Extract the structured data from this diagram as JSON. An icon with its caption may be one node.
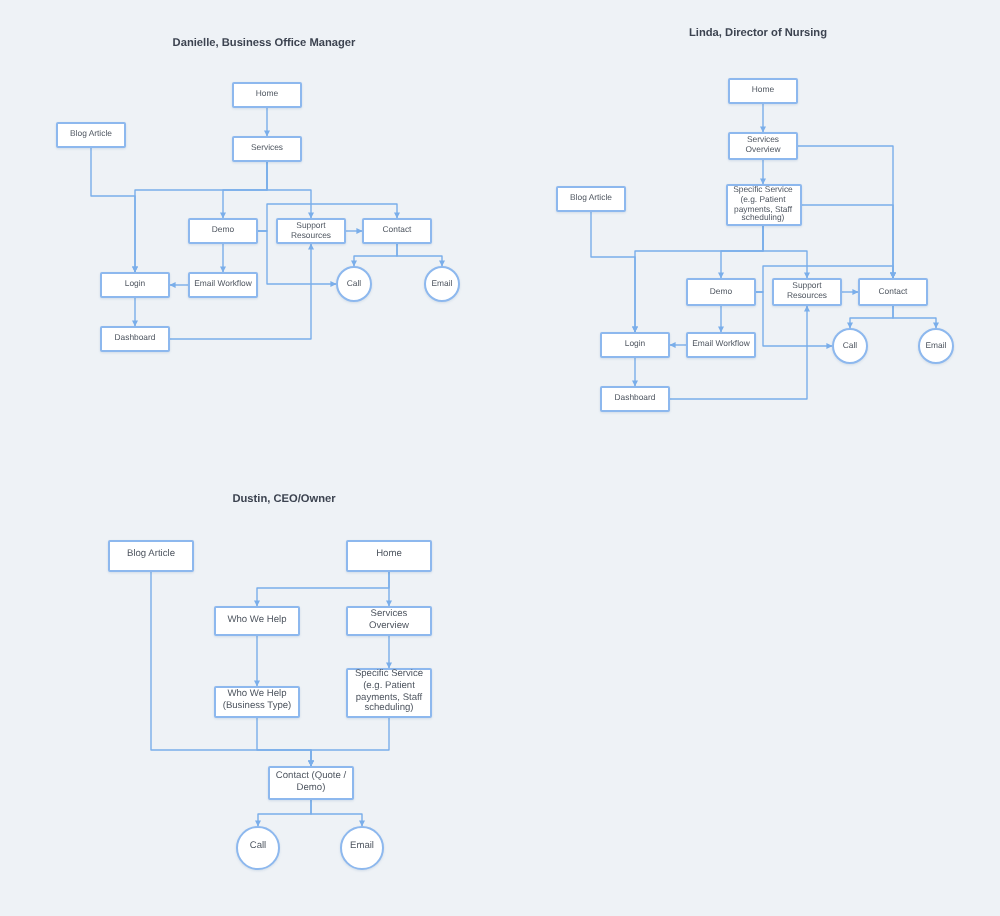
{
  "diagram": {
    "nodes": [
      {
        "text": [
          "Home"
        ]
      },
      {
        "text": [
          "Blog Article"
        ]
      },
      {
        "text": [
          "Services"
        ]
      },
      {
        "text": [
          "Demo"
        ]
      },
      {
        "text": [
          "Support Resources"
        ]
      },
      {
        "text": [
          "Contact"
        ]
      },
      {
        "text": [
          "Login"
        ]
      },
      {
        "text": [
          "Email Workflow"
        ]
      },
      {
        "text": [
          "Call"
        ]
      },
      {
        "text": [
          "Email"
        ]
      },
      {
        "text": [
          "Dashboard"
        ]
      },
      {
        "text": [
          "Home"
        ]
      },
      {
        "text": [
          "Services Overview"
        ]
      },
      {
        "text": [
          "Blog Article"
        ]
      },
      {
        "text": [
          "Specific Service (e.g. Patient payments, Staff scheduling)"
        ]
      },
      {
        "text": [
          "Demo"
        ]
      },
      {
        "text": [
          "Support Resources"
        ]
      },
      {
        "text": [
          "Contact"
        ]
      },
      {
        "text": [
          "Login"
        ]
      },
      {
        "text": [
          "Email Workflow"
        ]
      },
      {
        "text": [
          "Call"
        ]
      },
      {
        "text": [
          "Email"
        ]
      },
      {
        "text": [
          "Dashboard"
        ]
      },
      {
        "text": [
          "Blog Article"
        ]
      },
      {
        "text": [
          "Home"
        ]
      },
      {
        "text": [
          "Who We Help"
        ]
      },
      {
        "text": [
          "Services Overview"
        ]
      },
      {
        "text": [
          "Who We Help (Business Type)"
        ]
      },
      {
        "text": [
          "Specific Service (e.g. Patient payments, Staff scheduling)"
        ]
      },
      {
        "text": [
          "Contact (Quote / Demo)"
        ]
      },
      {
        "text": [
          "Call"
        ]
      },
      {
        "text": [
          "Email"
        ]
      }
    ],
    "edges": [
      {
        "from": 0,
        "to": 2,
        "arrow": "to"
      },
      {
        "from": 2,
        "to": 6,
        "arrow": "to"
      },
      {
        "from": 2,
        "to": 3,
        "arrow": "to"
      },
      {
        "from": 2,
        "to": 4,
        "arrow": "to"
      },
      {
        "from": 1,
        "to": 6,
        "arrow": "to"
      },
      {
        "from": 3,
        "to": 5,
        "arrow": "to"
      },
      {
        "from": 3,
        "to": 8,
        "arrow": "to"
      },
      {
        "from": 4,
        "to": 5,
        "arrow": "to"
      },
      {
        "from": 5,
        "to": 8,
        "arrow": "to"
      },
      {
        "from": 5,
        "to": 9,
        "arrow": "to"
      },
      {
        "from": 3,
        "to": 7,
        "arrow": "to"
      },
      {
        "from": 7,
        "to": 6,
        "arrow": "to"
      },
      {
        "from": 6,
        "to": 10,
        "arrow": "to"
      },
      {
        "from": 10,
        "to": 4,
        "arrow": "to"
      },
      {
        "from": 11,
        "to": 12,
        "arrow": "to"
      },
      {
        "from": 12,
        "to": 14,
        "arrow": "to"
      },
      {
        "from": 12,
        "to": 17,
        "arrow": "to"
      },
      {
        "from": 14,
        "to": 17,
        "arrow": "to"
      },
      {
        "from": 14,
        "to": 18,
        "arrow": "to"
      },
      {
        "from": 14,
        "to": 15,
        "arrow": "to"
      },
      {
        "from": 14,
        "to": 16,
        "arrow": "to"
      },
      {
        "from": 13,
        "to": 18,
        "arrow": "to"
      },
      {
        "from": 15,
        "to": 17,
        "arrow": "to"
      },
      {
        "from": 15,
        "to": 20,
        "arrow": "to"
      },
      {
        "from": 16,
        "to": 17,
        "arrow": "to"
      },
      {
        "from": 17,
        "to": 20,
        "arrow": "to"
      },
      {
        "from": 17,
        "to": 21,
        "arrow": "to"
      },
      {
        "from": 15,
        "to": 19,
        "arrow": "to"
      },
      {
        "from": 19,
        "to": 18,
        "arrow": "to"
      },
      {
        "from": 18,
        "to": 22,
        "arrow": "to"
      },
      {
        "from": 22,
        "to": 16,
        "arrow": "to"
      },
      {
        "from": 24,
        "to": 25,
        "arrow": "to"
      },
      {
        "from": 24,
        "to": 26,
        "arrow": "to"
      },
      {
        "from": 25,
        "to": 27,
        "arrow": "to"
      },
      {
        "from": 26,
        "to": 28,
        "arrow": "to"
      },
      {
        "from": 23,
        "to": 29,
        "arrow": "to"
      },
      {
        "from": 27,
        "to": 29,
        "arrow": "to"
      },
      {
        "from": 28,
        "to": 29,
        "arrow": "to"
      },
      {
        "from": 29,
        "to": 30,
        "arrow": "to"
      },
      {
        "from": 29,
        "to": 31,
        "arrow": "to"
      }
    ],
    "labels": [
      "Danielle, Business Office Manager",
      "Linda, Director of Nursing",
      "Dustin, CEO/Owner"
    ]
  }
}
